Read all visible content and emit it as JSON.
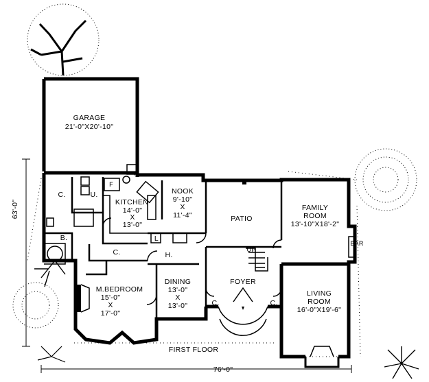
{
  "plan": {
    "floor_label": "FIRST FLOOR",
    "dim_width": "76'-0\"",
    "dim_depth": "63'-0\"",
    "rooms": {
      "garage": {
        "name": "GARAGE",
        "size": "21'-0\"X20'-10\""
      },
      "kitchen": {
        "name": "KITCHEN",
        "size1": "14'-0\"",
        "x": "X",
        "size2": "13'-0\""
      },
      "nook": {
        "name": "NOOK",
        "size1": "9'-10\"",
        "x": "X",
        "size2": "11'-4\""
      },
      "patio": {
        "name": "PATIO"
      },
      "family": {
        "name": "FAMILY",
        "name2": "ROOM",
        "size": "13'-10\"X18'-2\""
      },
      "bedroom": {
        "name": "M.BEDROOM",
        "size1": "15'-0\"",
        "x": "X",
        "size2": "17'-0\""
      },
      "dining": {
        "name": "DINING",
        "size1": "13'-0\"",
        "x": "X",
        "size2": "13'-0\""
      },
      "foyer": {
        "name": "FOYER"
      },
      "living": {
        "name": "LIVING",
        "name2": "ROOM",
        "size": "16'-0\"X19'-6\""
      }
    },
    "marks": {
      "closet_garage": "C.",
      "utility": "U.",
      "furnace": "F",
      "bath": "B.",
      "closet_hall": "C.",
      "hall": "H.",
      "linen": "L",
      "closet_foyer_left": "C.",
      "closet_foyer_right": "C.",
      "bar": "BAR",
      "up": "UP"
    }
  }
}
